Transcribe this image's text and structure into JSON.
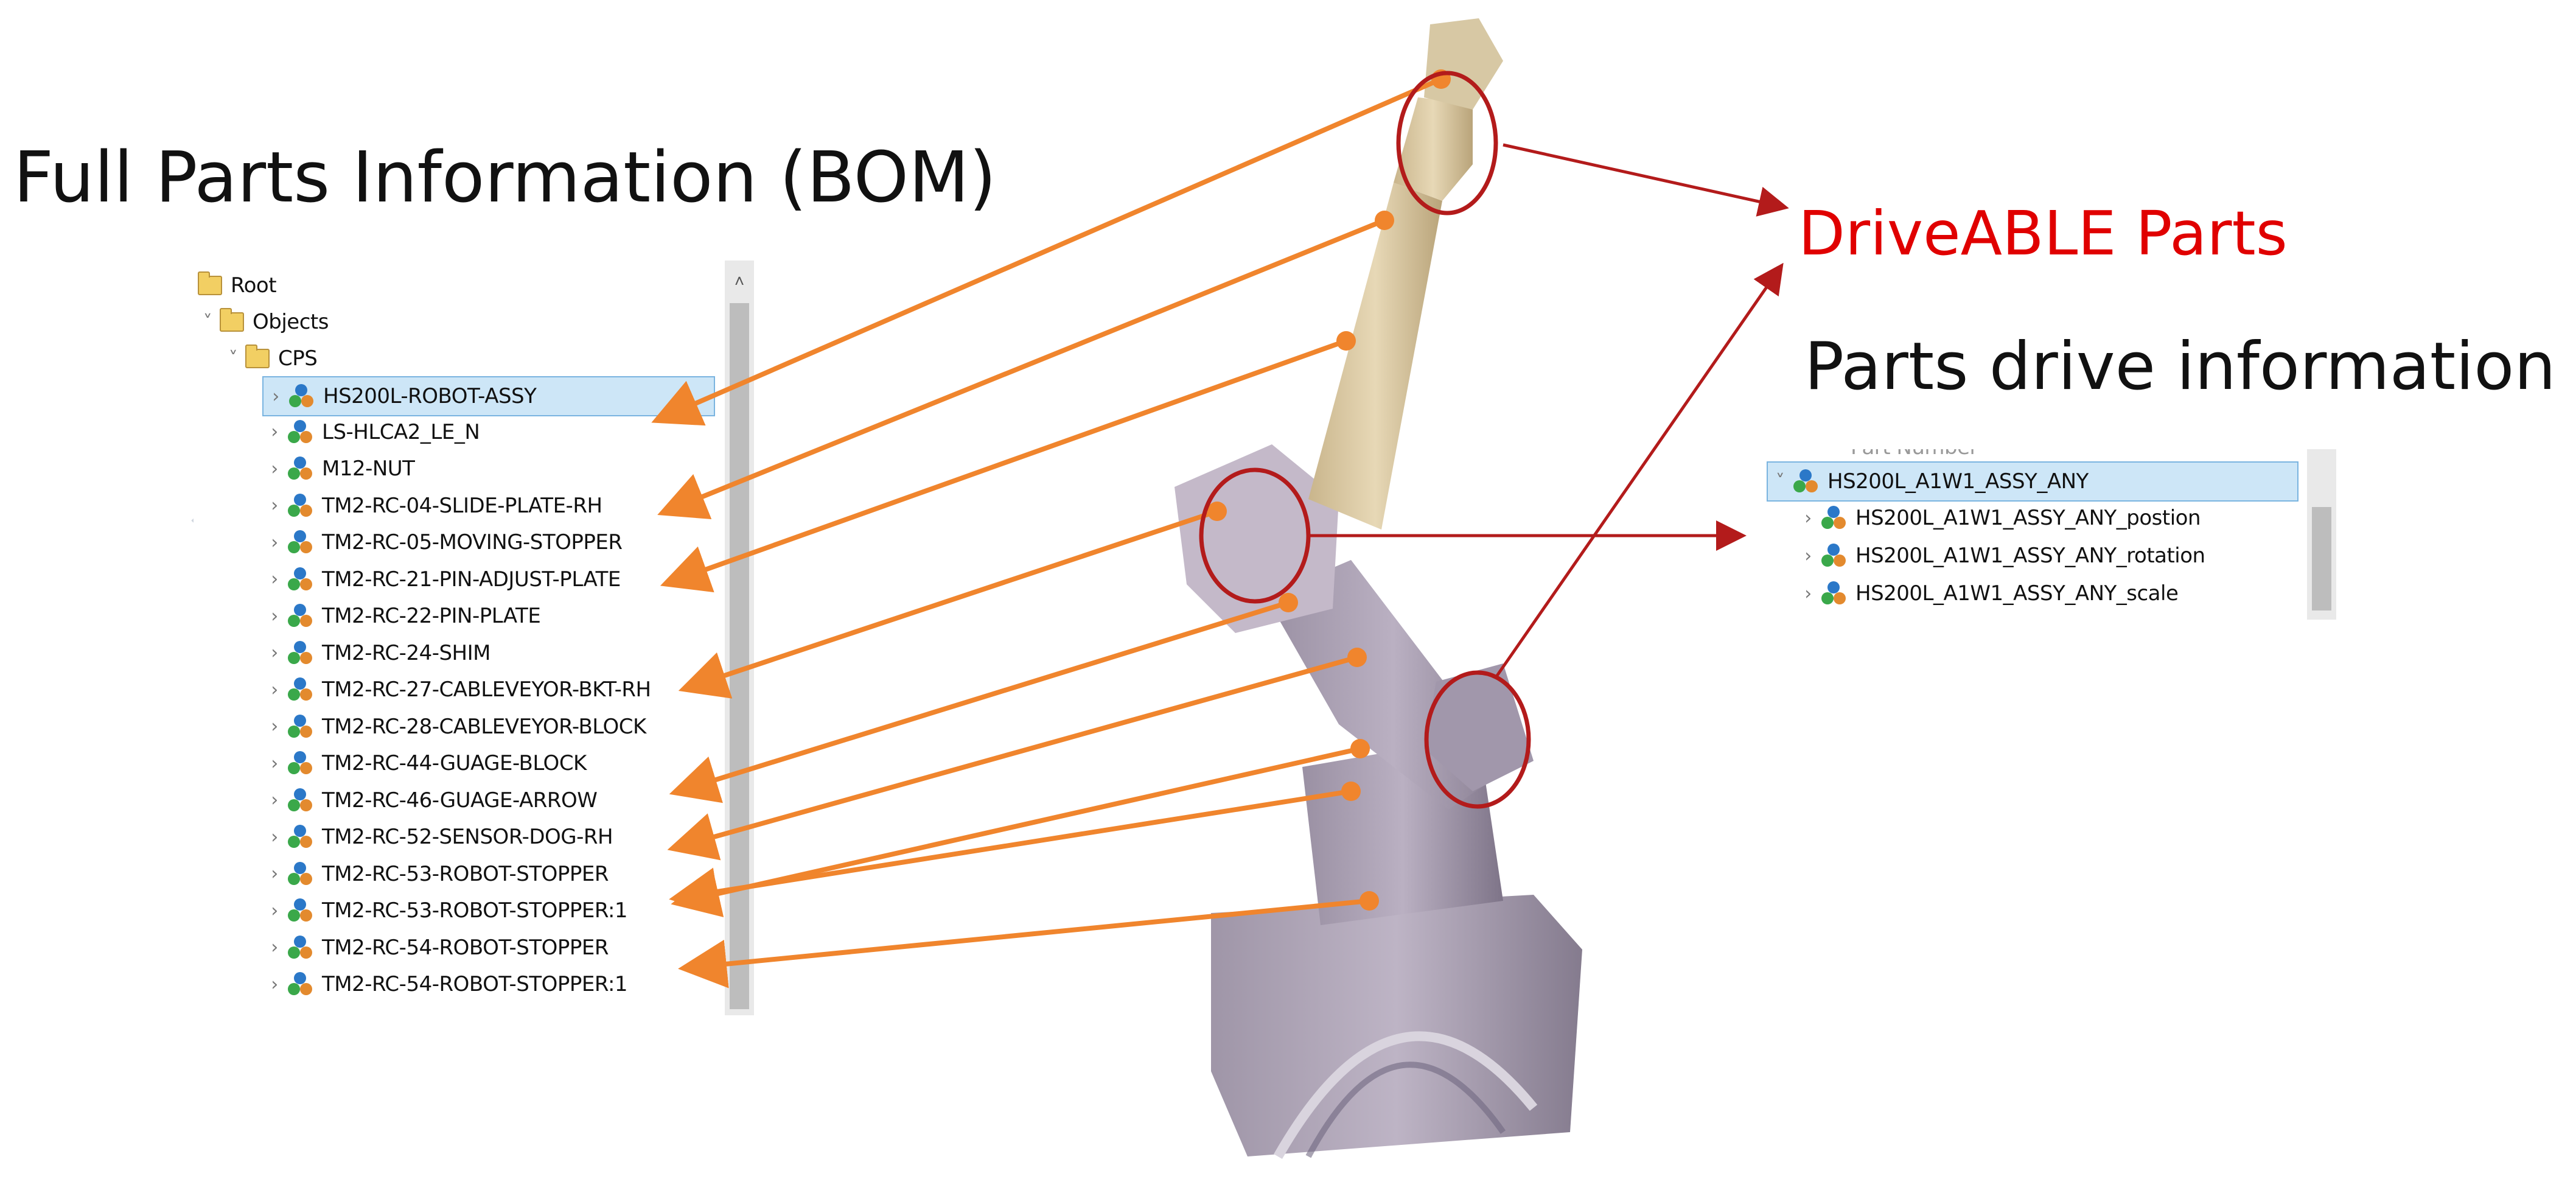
{
  "headings": {
    "bom_title": "Full Parts Information (BOM)",
    "driveable_parts": "DriveABLE Parts",
    "drive_info": "Parts drive information"
  },
  "bom_tree": {
    "root": "Root",
    "objects": "Objects",
    "cps": "CPS",
    "items": [
      {
        "label": "HS200L-ROBOT-ASSY",
        "selected": true
      },
      {
        "label": "LS-HLCA2_LE_N"
      },
      {
        "label": "M12-NUT"
      },
      {
        "label": "TM2-RC-04-SLIDE-PLATE-RH"
      },
      {
        "label": "TM2-RC-05-MOVING-STOPPER"
      },
      {
        "label": "TM2-RC-21-PIN-ADJUST-PLATE"
      },
      {
        "label": "TM2-RC-22-PIN-PLATE"
      },
      {
        "label": "TM2-RC-24-SHIM"
      },
      {
        "label": "TM2-RC-27-CABLEVEYOR-BKT-RH"
      },
      {
        "label": "TM2-RC-28-CABLEVEYOR-BLOCK"
      },
      {
        "label": "TM2-RC-44-GUAGE-BLOCK"
      },
      {
        "label": "TM2-RC-46-GUAGE-ARROW"
      },
      {
        "label": "TM2-RC-52-SENSOR-DOG-RH"
      },
      {
        "label": "TM2-RC-53-ROBOT-STOPPER"
      },
      {
        "label": "TM2-RC-53-ROBOT-STOPPER:1"
      },
      {
        "label": "TM2-RC-54-ROBOT-STOPPER"
      },
      {
        "label": "TM2-RC-54-ROBOT-STOPPER:1"
      }
    ]
  },
  "drive_tree": {
    "partial_top": "Part Number",
    "parent": "HS200L_A1W1_ASSY_ANY",
    "children": [
      "HS200L_A1W1_ASSY_ANY_postion",
      "HS200L_A1W1_ASSY_ANY_rotation",
      "HS200L_A1W1_ASSY_ANY_scale"
    ]
  },
  "colors": {
    "connector": "#f0852d",
    "highlight": "#b31b1b",
    "heading_red": "#e00000",
    "robot_upper": "#d8c6a2",
    "robot_lower": "#8d8597"
  }
}
